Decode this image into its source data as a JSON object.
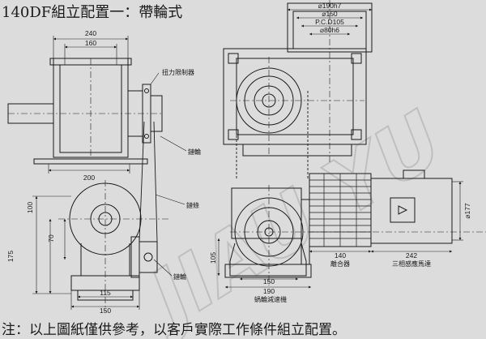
{
  "title": "140DF組立配置一：帶輪式",
  "note": "注：以上圖紙僅供參考，以客戶實際工作條件組立配置。",
  "watermark": "JIAU YU",
  "dimensions": {
    "w240": "240",
    "w160": "160",
    "w200": "200",
    "h100": "100",
    "h70": "70",
    "h175": "175",
    "w115": "115",
    "w150_left": "150",
    "d190": "⌀190h7",
    "d150": "⌀150",
    "pcd": "P.C.D105",
    "d80": "⌀80h6",
    "h105": "105",
    "w150_mid": "150",
    "w190": "190",
    "w140": "140",
    "w242": "242",
    "d177": "⌀177"
  },
  "labels": {
    "torque_limiter": "扭力限制器",
    "sprocket_top": "鏈輪",
    "chain": "鏈條",
    "sprocket_bottom": "鏈輪",
    "gear_reducer": "蝸輪減速機",
    "coupling": "離合器",
    "motor": "三相感應馬達"
  }
}
